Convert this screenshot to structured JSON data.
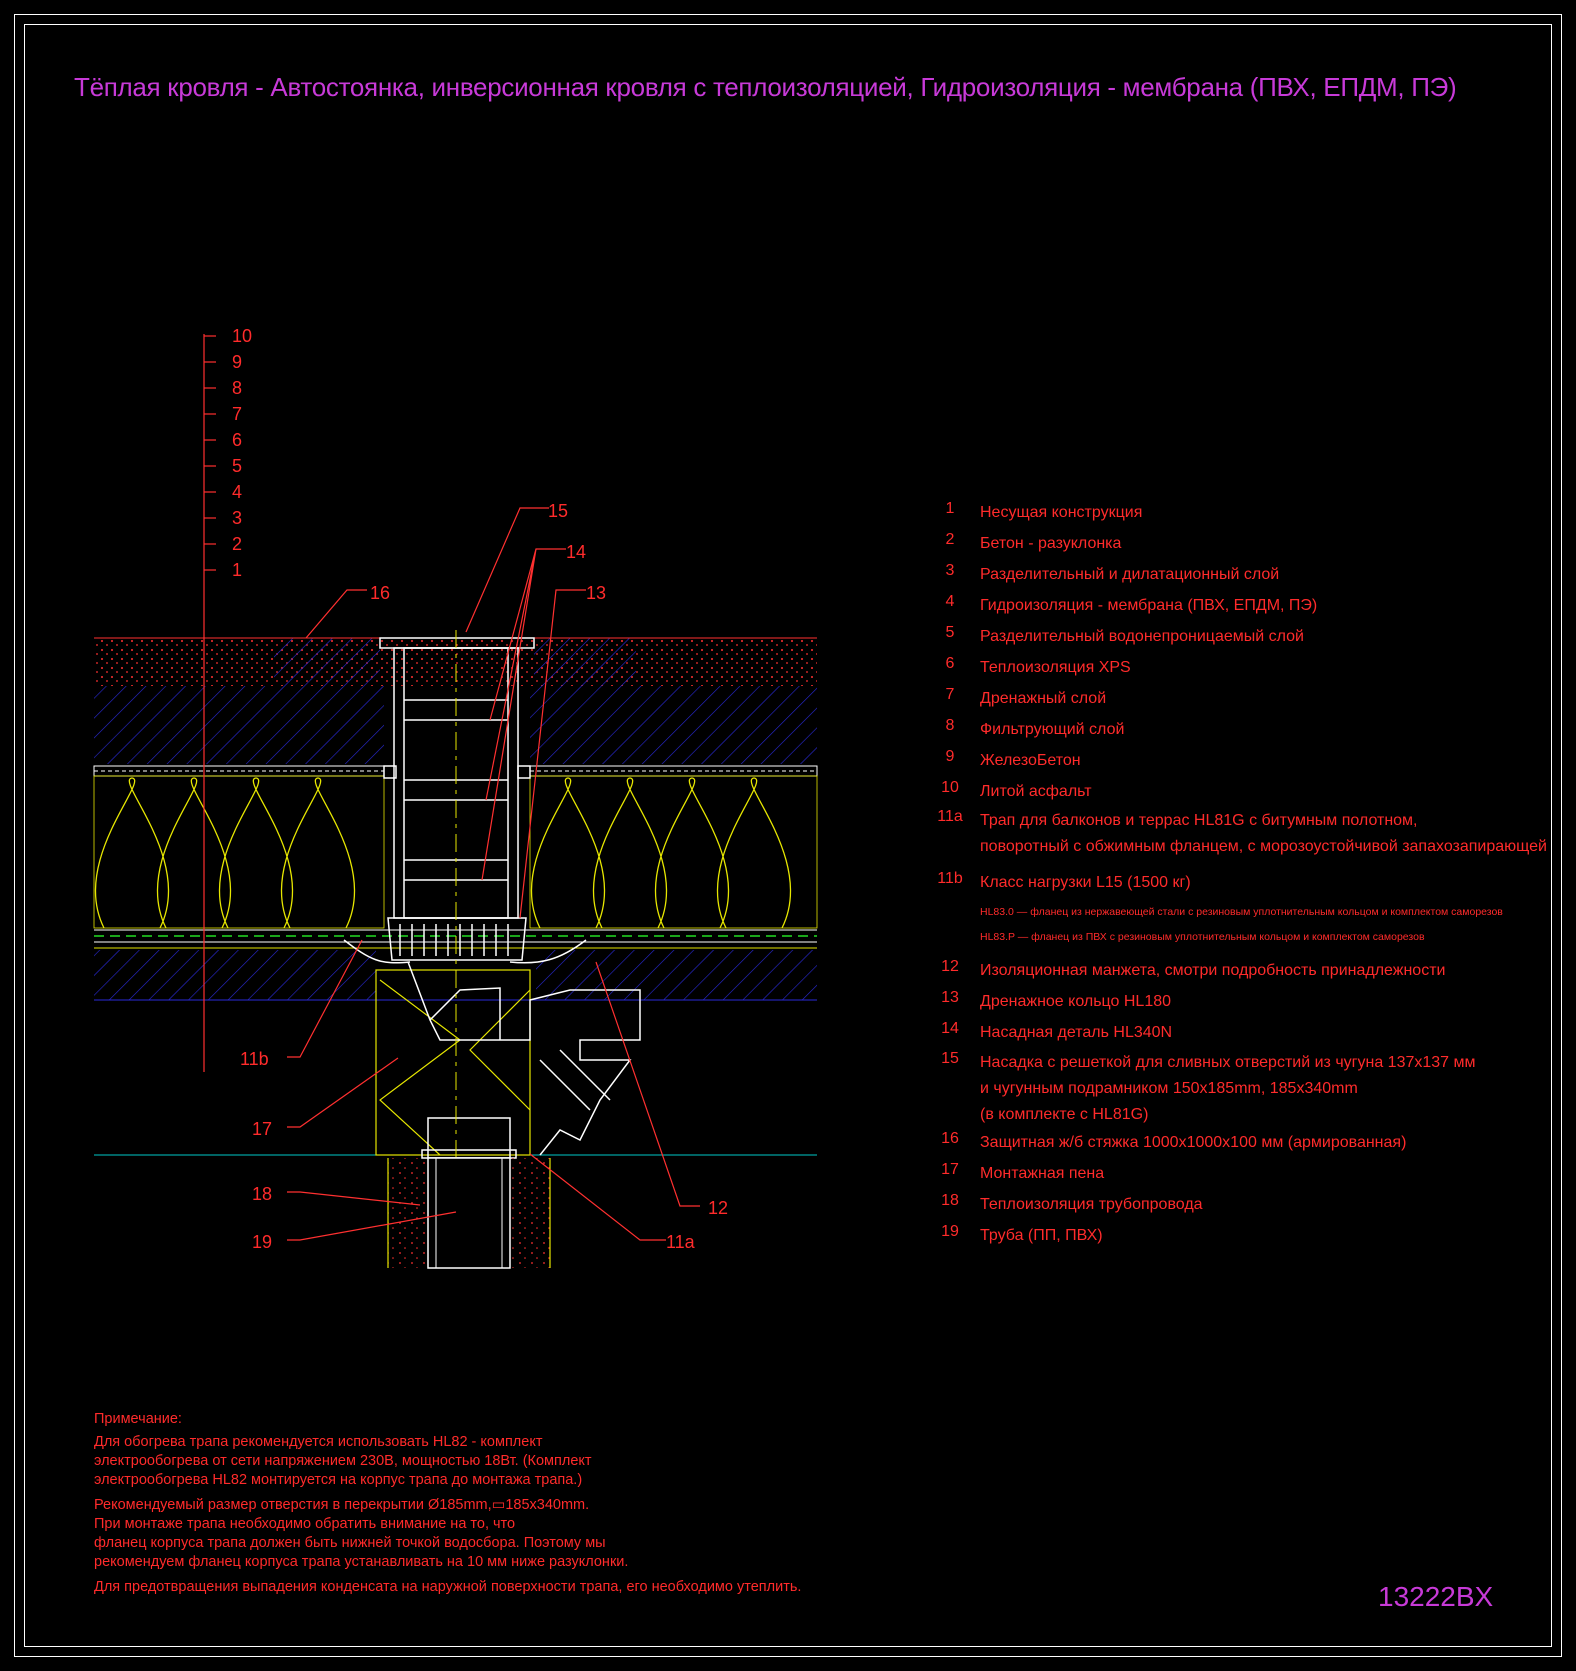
{
  "title": "Тёплая кровля - Автостоянка, инверсионная кровля с теплоизоляцией, Гидроизоляция - мембрана (ПВХ, ЕПДМ, ПЭ)",
  "drawing_code": "13222BX",
  "layer_scale": [
    "10",
    "9",
    "8",
    "7",
    "6",
    "5",
    "4",
    "3",
    "2",
    "1"
  ],
  "callouts": {
    "c15": "15",
    "c14": "14",
    "c13": "13",
    "c16": "16",
    "c11b": "11b",
    "c17": "17",
    "c18": "18",
    "c19": "19",
    "c12": "12",
    "c11a": "11a"
  },
  "legend": [
    {
      "num": "1",
      "lines": [
        "Несущая конструкция"
      ]
    },
    {
      "num": "2",
      "lines": [
        "Бетон - разуклонка"
      ]
    },
    {
      "num": "3",
      "lines": [
        "Разделительный и дилатационный слой"
      ]
    },
    {
      "num": "4",
      "lines": [
        "Гидроизоляция - мембрана (ПВХ, ЕПДМ, ПЭ)"
      ]
    },
    {
      "num": "5",
      "lines": [
        "Разделительный водонепроницаемый слой"
      ]
    },
    {
      "num": "6",
      "lines": [
        "Теплоизоляция XPS"
      ]
    },
    {
      "num": "7",
      "lines": [
        "Дренажный слой"
      ]
    },
    {
      "num": "8",
      "lines": [
        "Фильтрующий слой"
      ]
    },
    {
      "num": "9",
      "lines": [
        "ЖелезоБетон"
      ]
    },
    {
      "num": "10",
      "lines": [
        "Литой асфальт"
      ]
    },
    {
      "num": "11a",
      "lines": [
        "Трап для балконов и террас HL81G с битумным полотном,",
        "поворотный с обжимным фланцем, с морозоустойчивой запахозапирающей"
      ]
    },
    {
      "num": "11b",
      "lines": [
        "Класс нагрузки L15 (1500 кг)"
      ]
    },
    {
      "num": "",
      "small": true,
      "lines": [
        "HL83.0 — фланец из нержавеющей стали с резиновым уплотнительным кольцом и комплектом саморезов",
        "HL83.P — фланец из ПВХ с резиновым уплотнительным кольцом и комплектом саморезов"
      ]
    },
    {
      "num": "12",
      "lines": [
        "Изоляционная манжета, смотри подробность принадлежности"
      ]
    },
    {
      "num": "13",
      "lines": [
        "Дренажное кольцо HL180"
      ]
    },
    {
      "num": "14",
      "lines": [
        "Насадная деталь HL340N"
      ]
    },
    {
      "num": "15",
      "lines": [
        "Насадка с решеткой для сливных отверстий из чугуна 137x137 мм",
        "и чугунным подрамником 150x185mm,   185x340mm",
        "(в комплекте с HL81G)"
      ]
    },
    {
      "num": "16",
      "lines": [
        "Защитная ж/б стяжка 1000x1000x100 мм (армированная)"
      ]
    },
    {
      "num": "17",
      "lines": [
        "Монтажная пена"
      ]
    },
    {
      "num": "18",
      "lines": [
        "Теплоизоляция трубопровода"
      ]
    },
    {
      "num": "19",
      "lines": [
        "Труба (ПП, ПВХ)"
      ]
    }
  ],
  "notes": {
    "heading": "Примечание:",
    "paragraphs": [
      "Для обогрева трапа рекомендуется использовать HL82 - комплект\nэлектрообогрева от сети напряжением 230В, мощностью 18Вт. (Комплект\nэлектрообогрева HL82 монтируется на корпус трапа до монтажа трапа.)",
      "Рекомендуемый размер отверстия в перекрытии Ø185mm,▭185x340mm.\nПри монтаже трапа необходимо обратить внимание на то, что\nфланец корпуса трапа должен быть нижней точкой водосбора. Поэтому мы\nрекомендуем фланец корпуса трапа устанавливать на 10 мм ниже разуклонки.",
      "Для предотвращения выпадения конденсата на наружной поверхности трапа, его необходимо утеплить."
    ]
  },
  "colors": {
    "label_red": "#ff2b2b",
    "title_magenta": "#c83ad8",
    "hatch_blue": "#2a2ad8",
    "insulation_yellow": "#e6e600",
    "drain_white": "#ffffff",
    "membrane_green": "#22dd22",
    "ground_cyan": "#00c8c8"
  }
}
